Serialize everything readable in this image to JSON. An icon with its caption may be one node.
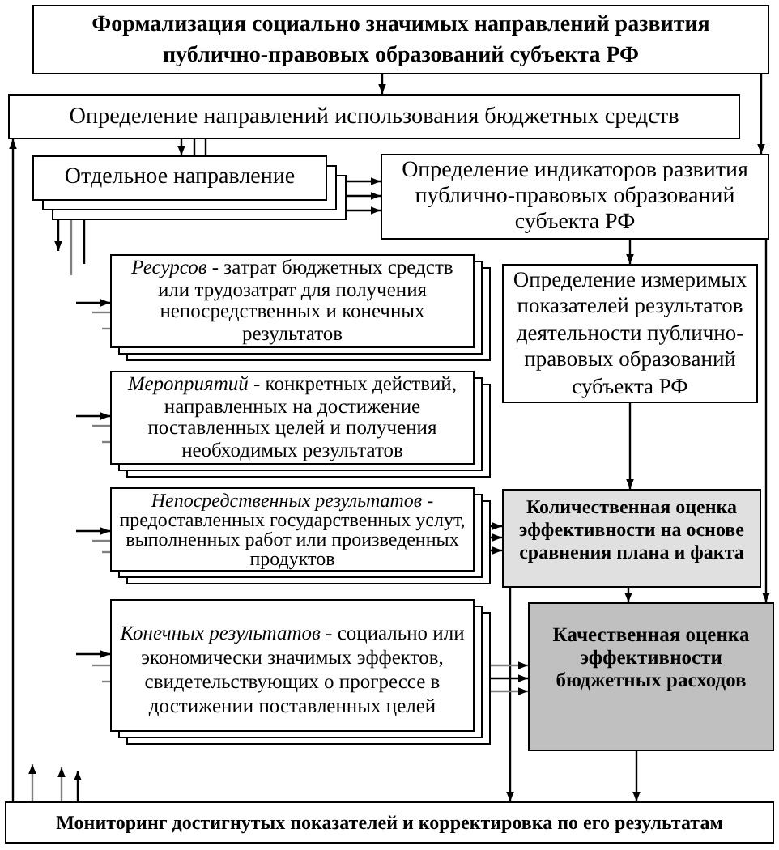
{
  "diagram": {
    "nodes": [
      {
        "text": [
          "Формализация социально значимых направлений развития публично-правовых образований субъекта РФ"
        ]
      },
      {
        "text": [
          "Определение направлений использования бюджетных средств"
        ]
      },
      {
        "text": [
          "Отдельное направление"
        ]
      },
      {
        "text": [
          "Определение индикаторов развития публично-правовых образований субъекта РФ"
        ]
      },
      {
        "text": [
          "*Ресурсов* - затрат бюджетных средств или трудозатрат для получения непосредственных и конечных результатов"
        ]
      },
      {
        "text": [
          "Определение измеримых показателей результатов деятельности публично-правовых образований субъекта РФ"
        ]
      },
      {
        "text": [
          "*Мероприятий* - конкретных действий, направленных на достижение поставленных целей и получения необходимых результатов"
        ]
      },
      {
        "text": [
          "*Непосредственных результатов* - предоставленных государственных услут, выполненных работ или произведенных продуктов"
        ]
      },
      {
        "text": [
          "Количественная оценка эффективности на основе сравнения плана и факта"
        ]
      },
      {
        "text": [
          "*Конечных результатов* - социально или экономически значимых эффектов, свидетельствующих о прогрессе в достижении поставленных целей"
        ]
      },
      {
        "text": [
          "Качественная оценка эффективности бюджетных расходов"
        ]
      },
      {
        "text": [
          "Мониторинг достигнутых показателей и корректировка по его результатам"
        ]
      }
    ],
    "edges": [
      {
        "from": 0,
        "to": 1,
        "arrow": "to"
      },
      {
        "from": 0,
        "to": 3,
        "arrow": "to"
      },
      {
        "from": 1,
        "to": 2,
        "arrow": "to"
      },
      {
        "from": 1,
        "to": 2,
        "arrow": "none"
      },
      {
        "from": 1,
        "to": 2,
        "arrow": "none"
      },
      {
        "from": 2,
        "to": 3,
        "arrow": "to"
      },
      {
        "from": 2,
        "to": 3,
        "arrow": "to"
      },
      {
        "from": 2,
        "to": 3,
        "arrow": "to"
      },
      {
        "from": 2,
        "to": null,
        "arrow": "to"
      },
      {
        "from": 2,
        "to": null,
        "arrow": "none",
        "color": "#808080"
      },
      {
        "from": 2,
        "to": null,
        "arrow": "none"
      },
      {
        "from": null,
        "to": 4,
        "arrow": "to"
      },
      {
        "from": null,
        "to": 4,
        "arrow": "none",
        "color": "#808080"
      },
      {
        "from": null,
        "to": 4,
        "arrow": "none",
        "color": "#808080"
      },
      {
        "from": null,
        "to": 6,
        "arrow": "to"
      },
      {
        "from": null,
        "to": 6,
        "arrow": "none",
        "color": "#808080"
      },
      {
        "from": null,
        "to": 6,
        "arrow": "none",
        "color": "#808080"
      },
      {
        "from": null,
        "to": 7,
        "arrow": "to"
      },
      {
        "from": null,
        "to": 7,
        "arrow": "none",
        "color": "#808080"
      },
      {
        "from": null,
        "to": 7,
        "arrow": "none",
        "color": "#808080"
      },
      {
        "from": null,
        "to": 9,
        "arrow": "to"
      },
      {
        "from": null,
        "to": 9,
        "arrow": "none",
        "color": "#808080"
      },
      {
        "from": null,
        "to": 9,
        "arrow": "none",
        "color": "#808080"
      },
      {
        "from": 3,
        "to": 5,
        "arrow": "to"
      },
      {
        "from": 3,
        "to": 10,
        "arrow": "to"
      },
      {
        "from": 5,
        "to": 8,
        "arrow": "to"
      },
      {
        "from": 7,
        "to": 8,
        "arrow": "to"
      },
      {
        "from": 7,
        "to": 8,
        "arrow": "to"
      },
      {
        "from": 7,
        "to": 8,
        "arrow": "to"
      },
      {
        "from": 8,
        "to": 10,
        "arrow": "to"
      },
      {
        "from": 8,
        "to": 11,
        "arrow": "to"
      },
      {
        "from": 9,
        "to": 10,
        "arrow": "to",
        "color": "#808080"
      },
      {
        "from": 9,
        "to": 10,
        "arrow": "to"
      },
      {
        "from": 9,
        "to": 10,
        "arrow": "to",
        "color": "#808080"
      },
      {
        "from": 10,
        "to": 11,
        "arrow": "to"
      },
      {
        "from": 11,
        "to": 1,
        "arrow": "to"
      },
      {
        "from": 11,
        "to": null,
        "arrow": "to",
        "color": "#808080"
      },
      {
        "from": 11,
        "to": null,
        "arrow": "to",
        "color": "#808080"
      },
      {
        "from": 11,
        "to": null,
        "arrow": "to"
      }
    ]
  }
}
